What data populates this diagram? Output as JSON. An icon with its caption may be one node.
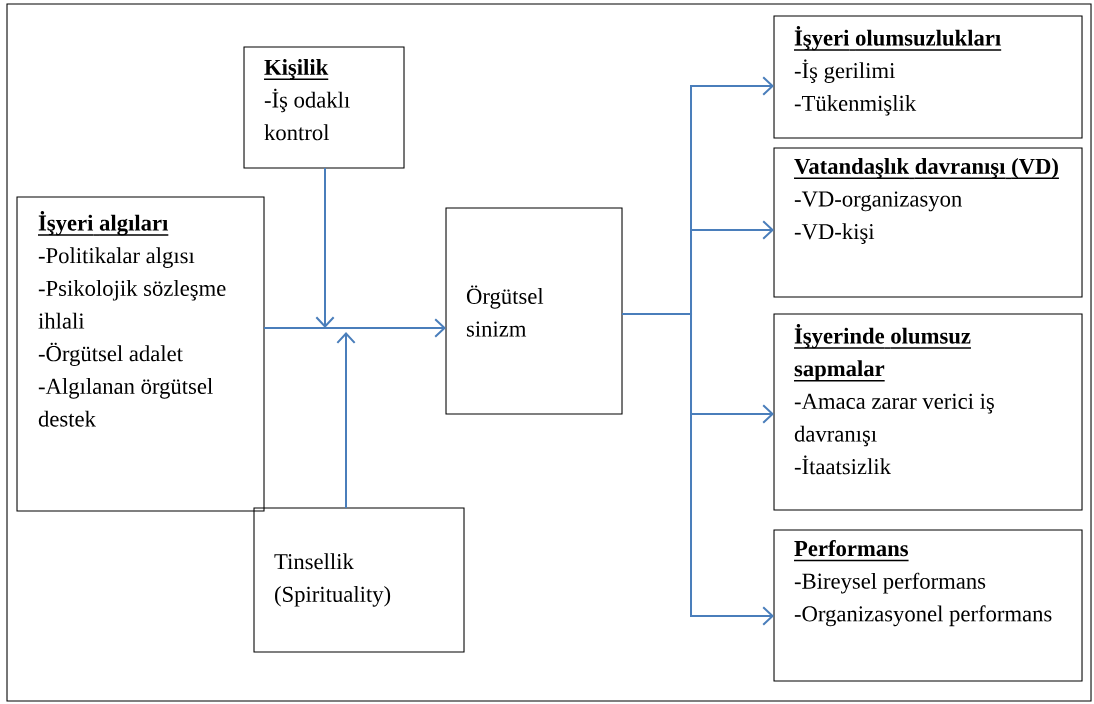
{
  "diagram": {
    "nodes": [
      {
        "text": [
          "Kişilik",
          "-İş odaklı kontrol"
        ]
      },
      {
        "text": [
          "İşyeri algıları",
          "-Politikalar algısı",
          "-Psikolojik sözleşme ihlali",
          "-Örgütsel adalet",
          "-Algılanan örgütsel destek"
        ]
      },
      {
        "text": [
          "Örgütsel sinizm"
        ]
      },
      {
        "text": [
          "Tinsellik (Spirituality)"
        ]
      },
      {
        "text": [
          "İşyeri olumsuzlukları",
          "-İş gerilimi",
          "-Tükenmişlik"
        ]
      },
      {
        "text": [
          "Vatandaşlık davranışı (VD)",
          "-VD-organizasyon",
          "-VD-kişi"
        ]
      },
      {
        "text": [
          "İşyerinde olumsuz sapmalar",
          "-Amaca zarar verici iş davranışı",
          "-İtaatsizlik"
        ]
      },
      {
        "text": [
          "Performans",
          "-Bireysel performans",
          "-Organizasyonel performans"
        ]
      }
    ],
    "edges": [
      {
        "from": 1,
        "to": 2,
        "arrow": "to"
      },
      {
        "from": 0,
        "to": null,
        "arrow": "to"
      },
      {
        "from": 3,
        "to": null,
        "arrow": "to"
      },
      {
        "from": 2,
        "to": 4,
        "arrow": "to"
      },
      {
        "from": 2,
        "to": 5,
        "arrow": "to"
      },
      {
        "from": 2,
        "to": 6,
        "arrow": "to"
      },
      {
        "from": 2,
        "to": 7,
        "arrow": "to"
      }
    ]
  }
}
